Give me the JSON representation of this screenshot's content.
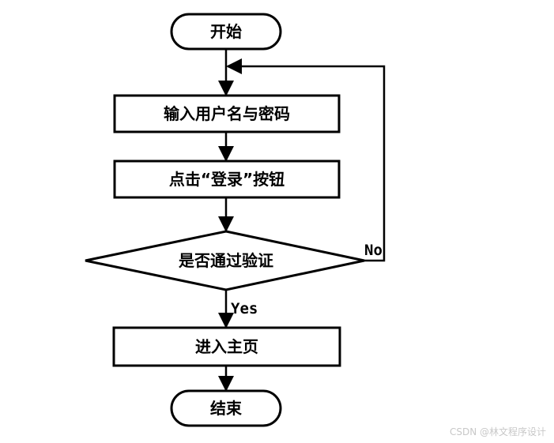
{
  "flowchart": {
    "start": "开始",
    "input_credentials": "输入用户名与密码",
    "click_login": "点击“登录”按钮",
    "decision_verified": "是否通过验证",
    "enter_home": "进入主页",
    "end": "结束",
    "label_yes": "Yes",
    "label_no": "No"
  },
  "watermark": "CSDN @林文程序设计"
}
